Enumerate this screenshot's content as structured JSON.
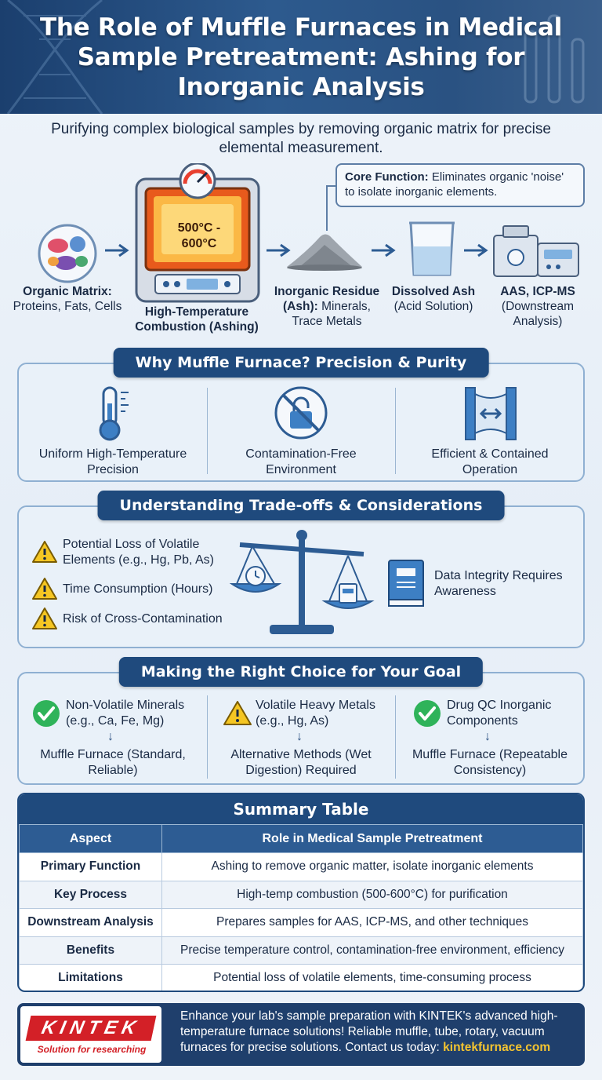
{
  "header": {
    "title": "The Role of Muffle Furnaces in Medical Sample Pretreatment: Ashing for Inorganic Analysis"
  },
  "subtitle": "Purifying complex biological samples by removing organic matrix for precise elemental measurement.",
  "callout": {
    "label": "Core Function:",
    "text": "Eliminates organic 'noise' to isolate inorganic elements."
  },
  "flow": {
    "furnace_display": "500°C - 600°C",
    "steps": [
      {
        "bold": "Organic Matrix:",
        "rest": "Proteins, Fats, Cells"
      },
      {
        "bold": "High-Temperature Combustion (Ashing)",
        "rest": ""
      },
      {
        "bold": "Inorganic Residue (Ash):",
        "rest": "Minerals, Trace Metals"
      },
      {
        "bold": "Dissolved Ash",
        "rest": "(Acid Solution)"
      },
      {
        "bold": "AAS, ICP-MS",
        "rest": "(Downstream Analysis)"
      }
    ]
  },
  "why": {
    "title": "Why Muffle Furnace? Precision & Purity",
    "items": [
      {
        "label": "Uniform High-Temperature Precision",
        "icon": "thermometer-icon"
      },
      {
        "label": "Contamination-Free Environment",
        "icon": "no-contamination-lock-icon"
      },
      {
        "label": "Efficient & Contained Operation",
        "icon": "chamber-arrows-icon"
      }
    ]
  },
  "tradeoffs": {
    "title": "Understanding Trade-offs & Considerations",
    "warnings": [
      "Potential Loss of Volatile Elements (e.g., Hg, Pb, As)",
      "Time Consumption (Hours)",
      "Risk of Cross-Contamination"
    ],
    "note": "Data Integrity Requires Awareness"
  },
  "choice": {
    "title": "Making the Right Choice for Your Goal",
    "items": [
      {
        "status": "check",
        "goal": "Non-Volatile Minerals (e.g., Ca, Fe, Mg)",
        "result": "Muffle Furnace (Standard, Reliable)"
      },
      {
        "status": "warning",
        "goal": "Volatile Heavy Metals (e.g., Hg, As)",
        "result": "Alternative Methods (Wet Digestion) Required"
      },
      {
        "status": "check",
        "goal": "Drug QC Inorganic Components",
        "result": "Muffle Furnace (Repeatable Consistency)"
      }
    ],
    "arrow": "↓"
  },
  "summary": {
    "title": "Summary Table",
    "headers": [
      "Aspect",
      "Role in Medical Sample Pretreatment"
    ],
    "rows": [
      [
        "Primary Function",
        "Ashing to remove organic matter, isolate inorganic elements"
      ],
      [
        "Key Process",
        "High-temp combustion (500-600°C) for purification"
      ],
      [
        "Downstream Analysis",
        "Prepares samples for AAS, ICP-MS, and other techniques"
      ],
      [
        "Benefits",
        "Precise temperature control, contamination-free environment, efficiency"
      ],
      [
        "Limitations",
        "Potential loss of volatile elements, time-consuming process"
      ]
    ]
  },
  "footer": {
    "logo": "KINTEK",
    "logo_tagline": "Solution for researching",
    "text": "Enhance your lab's sample preparation with KINTEK's advanced high-temperature furnace solutions! Reliable muffle, tube, rotary, vacuum furnaces for precise solutions. Contact us today:",
    "link": "kintekfurnace.com"
  },
  "colors": {
    "navy": "#1f4a7d",
    "accent_orange": "#f07c1e",
    "check_green": "#2fb35a",
    "warning_yellow": "#f5c623",
    "brand_red": "#d32027"
  }
}
